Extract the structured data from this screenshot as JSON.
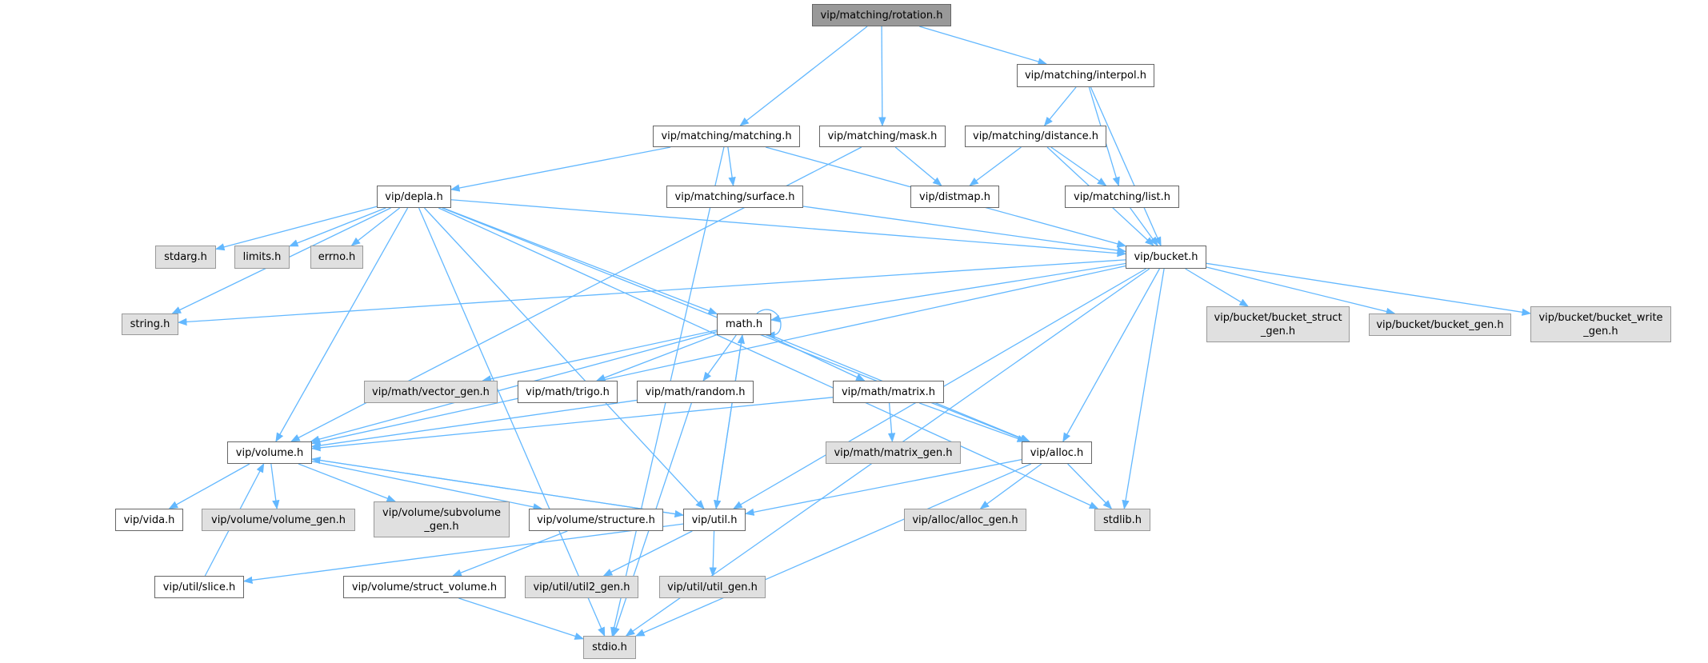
{
  "colors": {
    "edge": "#63b8ff",
    "root_fill": "#999999",
    "system_fill": "#e0e0e0",
    "node_fill": "#ffffff"
  },
  "nodes": [
    {
      "id": "rotation",
      "label": "vip/matching/rotation.h",
      "kind": "root"
    },
    {
      "id": "interpol",
      "label": "vip/matching/interpol.h",
      "kind": "white"
    },
    {
      "id": "matching",
      "label": "vip/matching/matching.h",
      "kind": "white"
    },
    {
      "id": "mask",
      "label": "vip/matching/mask.h",
      "kind": "white"
    },
    {
      "id": "distance",
      "label": "vip/matching/distance.h",
      "kind": "white"
    },
    {
      "id": "depla",
      "label": "vip/depla.h",
      "kind": "white"
    },
    {
      "id": "surface",
      "label": "vip/matching/surface.h",
      "kind": "white"
    },
    {
      "id": "distmap",
      "label": "vip/distmap.h",
      "kind": "white"
    },
    {
      "id": "list",
      "label": "vip/matching/list.h",
      "kind": "white"
    },
    {
      "id": "bucket",
      "label": "vip/bucket.h",
      "kind": "white"
    },
    {
      "id": "stdarg",
      "label": "stdarg.h",
      "kind": "gray"
    },
    {
      "id": "limits",
      "label": "limits.h",
      "kind": "gray"
    },
    {
      "id": "errno",
      "label": "errno.h",
      "kind": "gray"
    },
    {
      "id": "string",
      "label": "string.h",
      "kind": "gray"
    },
    {
      "id": "math",
      "label": "math.h",
      "kind": "white"
    },
    {
      "id": "bucket_struct_gen",
      "label": "vip/bucket/bucket_struct\n_gen.h",
      "kind": "gray"
    },
    {
      "id": "bucket_gen",
      "label": "vip/bucket/bucket_gen.h",
      "kind": "gray"
    },
    {
      "id": "bucket_write_gen",
      "label": "vip/bucket/bucket_write\n_gen.h",
      "kind": "gray"
    },
    {
      "id": "vector_gen",
      "label": "vip/math/vector_gen.h",
      "kind": "gray"
    },
    {
      "id": "trigo",
      "label": "vip/math/trigo.h",
      "kind": "white"
    },
    {
      "id": "random",
      "label": "vip/math/random.h",
      "kind": "white"
    },
    {
      "id": "matrix",
      "label": "vip/math/matrix.h",
      "kind": "white"
    },
    {
      "id": "matrix_gen",
      "label": "vip/math/matrix_gen.h",
      "kind": "gray"
    },
    {
      "id": "volume",
      "label": "vip/volume.h",
      "kind": "white"
    },
    {
      "id": "alloc",
      "label": "vip/alloc.h",
      "kind": "white"
    },
    {
      "id": "vida",
      "label": "vip/vida.h",
      "kind": "white"
    },
    {
      "id": "volume_gen",
      "label": "vip/volume/volume_gen.h",
      "kind": "gray"
    },
    {
      "id": "subvolume_gen",
      "label": "vip/volume/subvolume\n_gen.h",
      "kind": "gray"
    },
    {
      "id": "structure",
      "label": "vip/volume/structure.h",
      "kind": "white"
    },
    {
      "id": "util",
      "label": "vip/util.h",
      "kind": "white"
    },
    {
      "id": "alloc_gen",
      "label": "vip/alloc/alloc_gen.h",
      "kind": "gray"
    },
    {
      "id": "stdlib",
      "label": "stdlib.h",
      "kind": "gray"
    },
    {
      "id": "slice",
      "label": "vip/util/slice.h",
      "kind": "white"
    },
    {
      "id": "struct_volume",
      "label": "vip/volume/struct_volume.h",
      "kind": "white"
    },
    {
      "id": "util2_gen",
      "label": "vip/util/util2_gen.h",
      "kind": "gray"
    },
    {
      "id": "util_gen",
      "label": "vip/util/util_gen.h",
      "kind": "gray"
    },
    {
      "id": "stdio",
      "label": "stdio.h",
      "kind": "gray"
    }
  ],
  "edges": [
    [
      "rotation",
      "matching"
    ],
    [
      "rotation",
      "mask"
    ],
    [
      "rotation",
      "interpol"
    ],
    [
      "interpol",
      "distance"
    ],
    [
      "interpol",
      "list"
    ],
    [
      "interpol",
      "bucket"
    ],
    [
      "matching",
      "stdio"
    ],
    [
      "matching",
      "depla"
    ],
    [
      "matching",
      "surface"
    ],
    [
      "matching",
      "bucket"
    ],
    [
      "mask",
      "volume"
    ],
    [
      "mask",
      "distmap"
    ],
    [
      "distance",
      "distmap"
    ],
    [
      "distance",
      "list"
    ],
    [
      "distance",
      "bucket"
    ],
    [
      "surface",
      "bucket"
    ],
    [
      "list",
      "bucket"
    ],
    [
      "depla",
      "stdarg"
    ],
    [
      "depla",
      "limits"
    ],
    [
      "depla",
      "errno"
    ],
    [
      "depla",
      "string"
    ],
    [
      "depla",
      "stdio"
    ],
    [
      "depla",
      "volume"
    ],
    [
      "depla",
      "util"
    ],
    [
      "depla",
      "math"
    ],
    [
      "depla",
      "alloc"
    ],
    [
      "depla",
      "stdlib"
    ],
    [
      "depla",
      "bucket"
    ],
    [
      "bucket",
      "string"
    ],
    [
      "bucket",
      "volume"
    ],
    [
      "bucket",
      "math"
    ],
    [
      "bucket",
      "bucket_struct_gen"
    ],
    [
      "bucket",
      "bucket_gen"
    ],
    [
      "bucket",
      "bucket_write_gen"
    ],
    [
      "bucket",
      "util"
    ],
    [
      "bucket",
      "alloc"
    ],
    [
      "bucket",
      "stdlib"
    ],
    [
      "bucket",
      "stdio"
    ],
    [
      "math",
      "math"
    ],
    [
      "math",
      "volume"
    ],
    [
      "math",
      "vector_gen"
    ],
    [
      "math",
      "trigo"
    ],
    [
      "math",
      "random"
    ],
    [
      "math",
      "matrix"
    ],
    [
      "math",
      "util"
    ],
    [
      "math",
      "alloc"
    ],
    [
      "random",
      "volume"
    ],
    [
      "random",
      "stdio"
    ],
    [
      "matrix",
      "volume"
    ],
    [
      "matrix",
      "matrix_gen"
    ],
    [
      "matrix",
      "alloc"
    ],
    [
      "alloc",
      "util"
    ],
    [
      "alloc",
      "alloc_gen"
    ],
    [
      "alloc",
      "stdlib"
    ],
    [
      "alloc",
      "stdio"
    ],
    [
      "volume",
      "vida"
    ],
    [
      "volume",
      "volume_gen"
    ],
    [
      "volume",
      "subvolume_gen"
    ],
    [
      "volume",
      "structure"
    ],
    [
      "volume",
      "util"
    ],
    [
      "util",
      "volume"
    ],
    [
      "util",
      "math"
    ],
    [
      "util",
      "slice"
    ],
    [
      "util",
      "util2_gen"
    ],
    [
      "util",
      "util_gen"
    ],
    [
      "structure",
      "struct_volume"
    ],
    [
      "slice",
      "volume"
    ],
    [
      "struct_volume",
      "stdio"
    ]
  ]
}
